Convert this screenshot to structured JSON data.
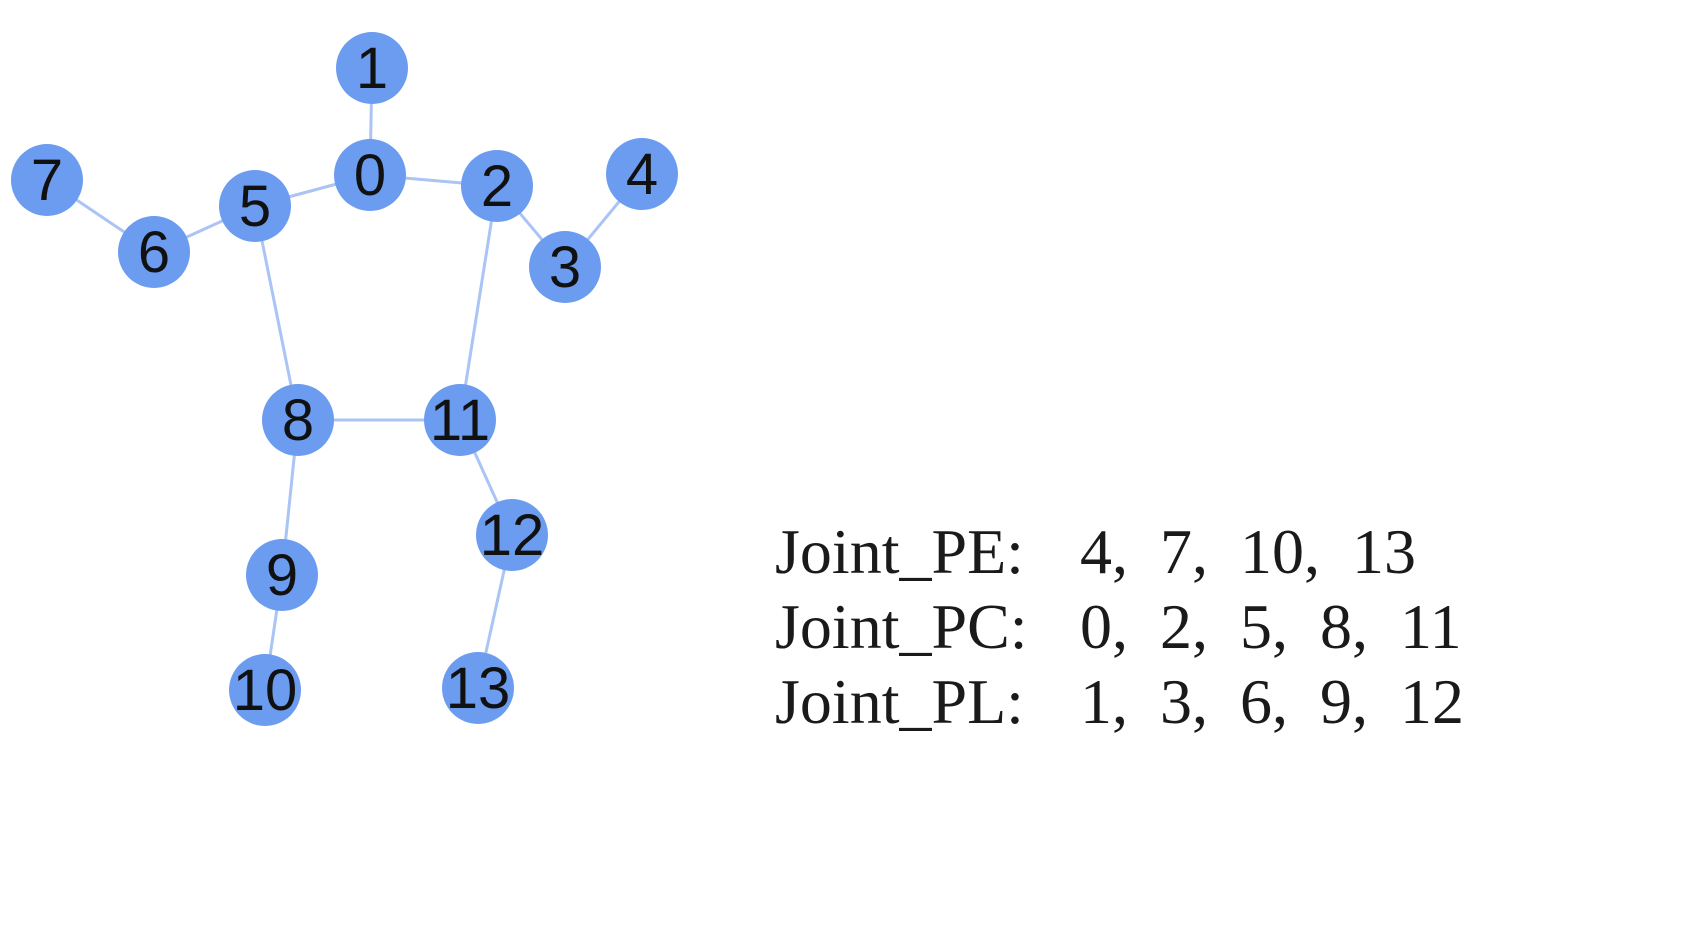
{
  "graph": {
    "nodes": [
      "0",
      "1",
      "2",
      "3",
      "4",
      "5",
      "6",
      "7",
      "8",
      "9",
      "10",
      "11",
      "12",
      "13"
    ],
    "edges": [
      [
        "0",
        "1"
      ],
      [
        "0",
        "2"
      ],
      [
        "0",
        "5"
      ],
      [
        "2",
        "3"
      ],
      [
        "3",
        "4"
      ],
      [
        "5",
        "6"
      ],
      [
        "6",
        "7"
      ],
      [
        "5",
        "8"
      ],
      [
        "2",
        "11"
      ],
      [
        "8",
        "11"
      ],
      [
        "8",
        "9"
      ],
      [
        "9",
        "10"
      ],
      [
        "11",
        "12"
      ],
      [
        "12",
        "13"
      ]
    ],
    "node_color": "#6c9cf0",
    "edge_color": "#a9c4f5"
  },
  "legend": [
    {
      "label": "Joint_PE:",
      "values": "4,  7,  10,  13"
    },
    {
      "label": "Joint_PC:",
      "values": "0,  2,  5,  8,  11"
    },
    {
      "label": "Joint_PL:",
      "values": "1,  3,  6,  9,  12"
    }
  ]
}
